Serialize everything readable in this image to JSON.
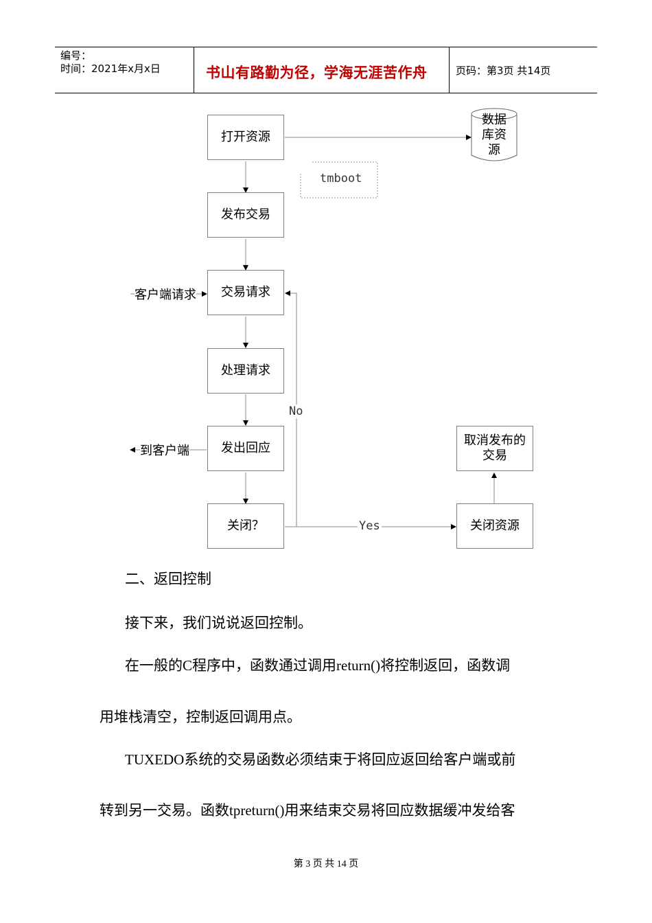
{
  "header": {
    "number_label": "编号：",
    "time_label": "时间：2021年x月x日",
    "motto": "书山有路勤为径，学海无涯苦作舟",
    "page_info": "页码：第3页  共14页"
  },
  "flowchart": {
    "open_resource": "打开资源",
    "database_resource": "数据库资源",
    "tmboot": "tmboot",
    "publish_service": "发布交易",
    "service_request": "交易请求",
    "client_request": "客户端请求",
    "process_request": "处理请求",
    "send_reply": "发出回应",
    "to_client": "到客户端",
    "close_question": "关闭？",
    "close_resource": "关闭资源",
    "cancel_published_service": "取消发布的交易",
    "no_label": "No",
    "yes_label": "Yes"
  },
  "body": {
    "section_heading": "二、返回控制",
    "para1": "接下来，我们说说返回控制。",
    "para2_line1": "在一般的C程序中，函数通过调用return()将控制返回，函数调",
    "para2_line2": "用堆栈清空，控制返回调用点。",
    "para3_line1": "TUXEDO系统的交易函数必须结束于将回应返回给客户端或前",
    "para3_line2": "转到另一交易。函数tpreturn()用来结束交易将回应数据缓冲发给客"
  },
  "footer": {
    "page_text": "第 3 页 共 14 页"
  }
}
